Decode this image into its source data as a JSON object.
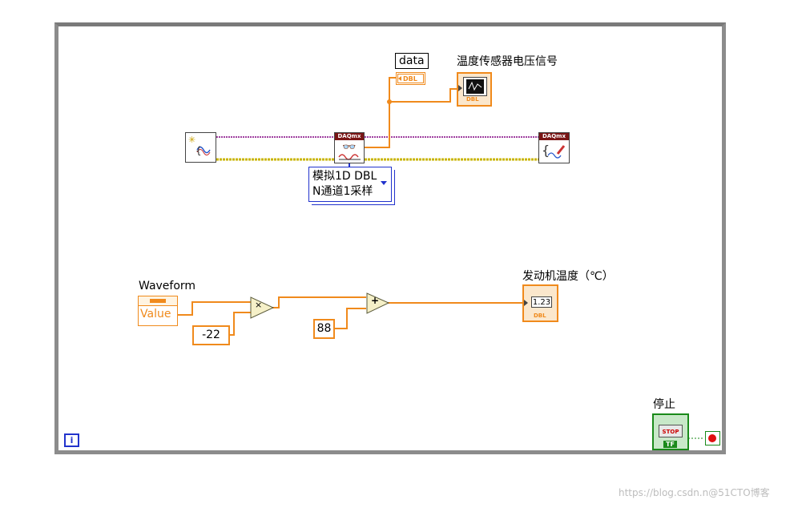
{
  "labels": {
    "data": "data",
    "data_type": "DBL",
    "voltage_signal": "温度传感器电压信号",
    "daq_header": "DAQmx",
    "read_mode_line1": "模拟1D DBL",
    "read_mode_line2": "N通道1采样",
    "waveform": "Waveform",
    "waveform_value": "Value",
    "multiply": "×",
    "add": "+",
    "const_a": "-22",
    "const_b": "88",
    "engine_temp": "发动机温度（℃）",
    "indicator_value": "1.23",
    "stop_label": "停止",
    "stop_button": "STOP",
    "tf": "TF",
    "loop_iteration": "i"
  },
  "watermark": "https://blog.csdn.n@51CTO博客",
  "colors": {
    "numeric_wire": "#f08a1c",
    "task_wire": "#a040a0",
    "error_wire": "#c8b400",
    "boolean_wire": "#1a8a1a",
    "loop_border": "#8c8c8c"
  }
}
